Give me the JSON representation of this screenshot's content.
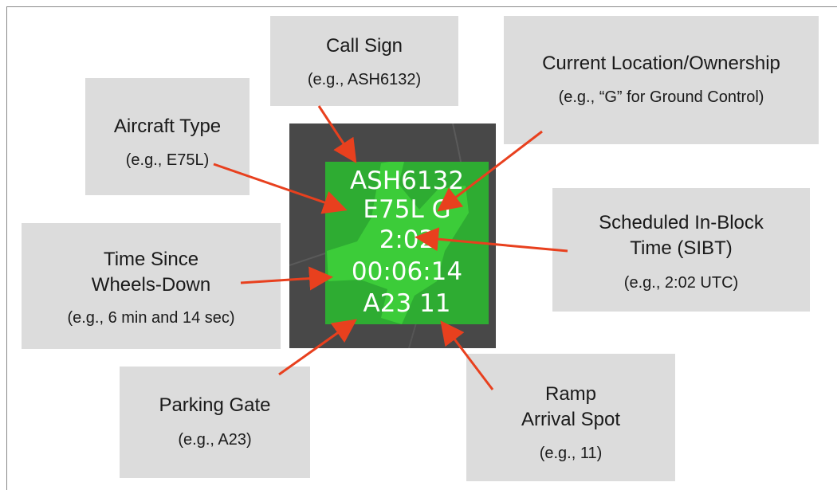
{
  "callouts": {
    "call_sign": {
      "title": "Call Sign",
      "example": "(e.g., ASH6132)"
    },
    "current_location": {
      "title": "Current Location/Ownership",
      "example": "(e.g., “G” for Ground Control)"
    },
    "aircraft_type": {
      "title": "Aircraft Type",
      "example": "(e.g., E75L)"
    },
    "sibt": {
      "title_line1": "Scheduled In-Block",
      "title_line2": "Time (SIBT)",
      "example": "(e.g., 2:02 UTC)"
    },
    "time_since_wheels_down": {
      "title_line1": "Time Since",
      "title_line2": "Wheels-Down",
      "example": "(e.g., 6 min and 14 sec)"
    },
    "parking_gate": {
      "title": "Parking Gate",
      "example": "(e.g., A23)"
    },
    "ramp_arrival_spot": {
      "title_line1": "Ramp",
      "title_line2": "Arrival Spot",
      "example": "(e.g., 11)"
    }
  },
  "datablock": {
    "line1": "ASH6132",
    "line2": "E75L G",
    "line3": "2:02",
    "line4": "00:06:14",
    "line5": "A23 11"
  },
  "colors": {
    "callout_bg": "#dcdcdc",
    "panel_bg": "#484848",
    "datablock_green": "#2eac32",
    "aircraft_green": "#3ecf3a",
    "arrow_red": "#e8401e"
  }
}
